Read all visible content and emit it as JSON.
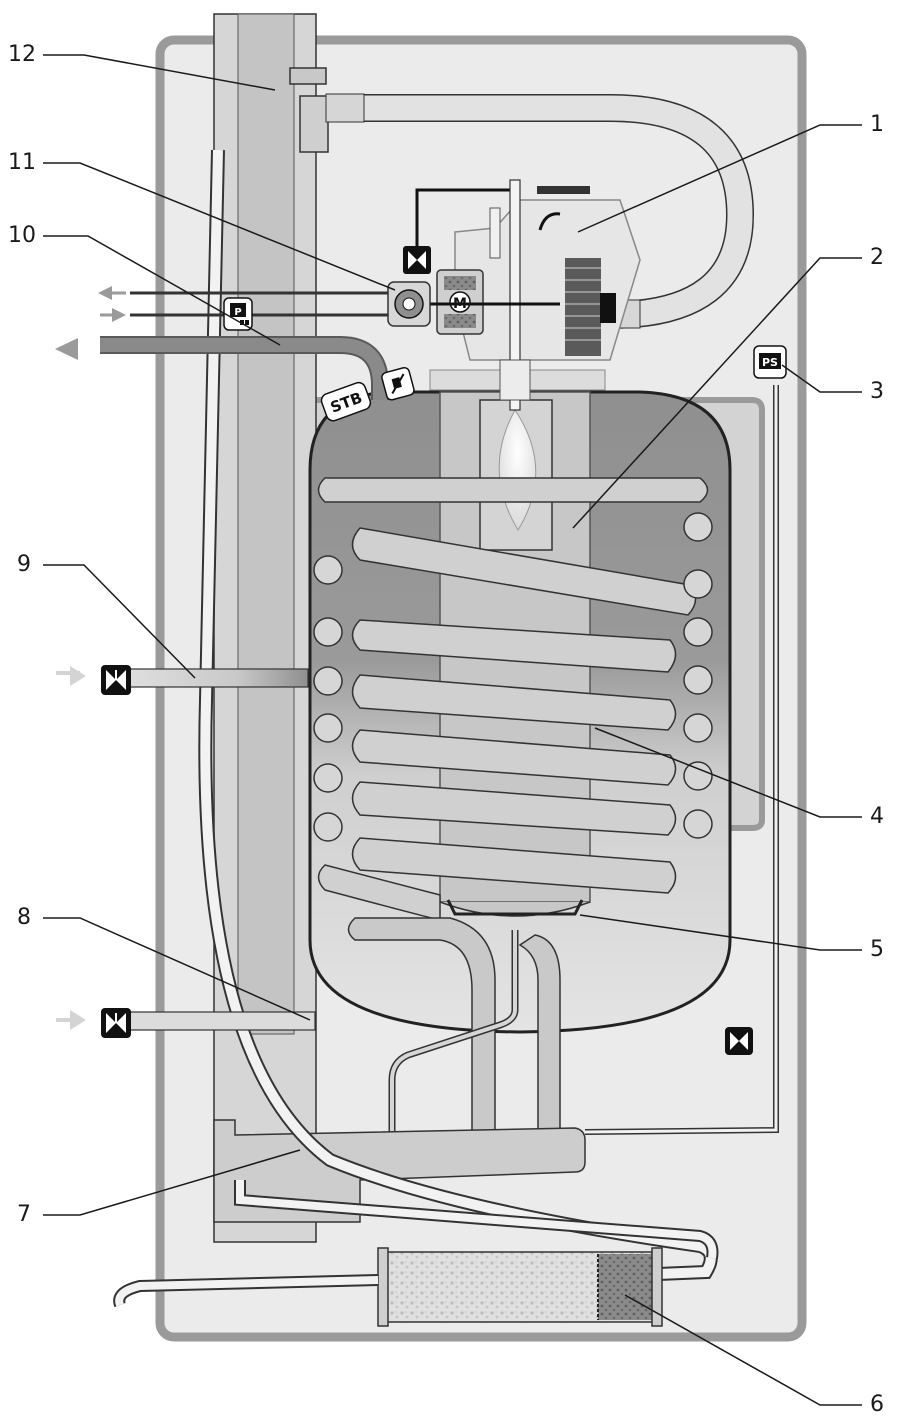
{
  "labels": {
    "l1": "1",
    "l2": "2",
    "l3": "3",
    "l4": "4",
    "l5": "5",
    "l6": "6",
    "l7": "7",
    "l8": "8",
    "l9": "9",
    "l10": "10",
    "l11": "11",
    "l12": "12"
  },
  "badges": {
    "stb": "STB",
    "pressure": "P",
    "pressure_switch": "PS",
    "motor": "M"
  },
  "colors": {
    "cabinet_fill": "#eaeaea",
    "cabinet_stroke": "#9a9a9a",
    "pipe_fill": "#cdcdcd",
    "tank_dark": "#9b9b9b",
    "coil_fill": "#d0d0d0",
    "line": "#1a1a1a"
  }
}
